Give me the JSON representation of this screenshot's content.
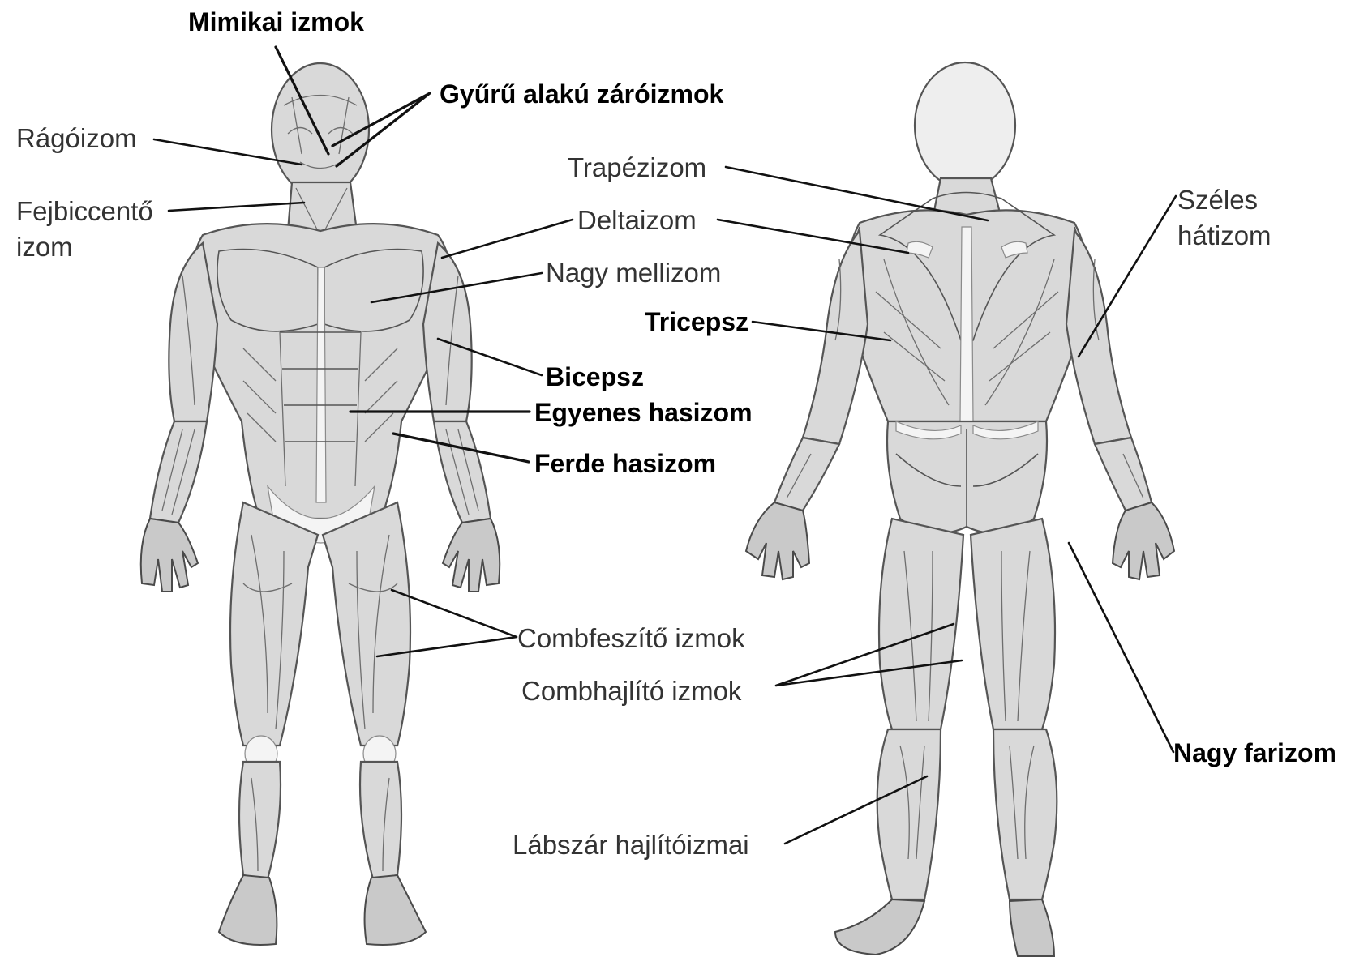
{
  "labels": {
    "mimikai": "Mimikai izmok",
    "gyuru": "Gyűrű alakú záróizmok",
    "ragoizom": "Rágóizom",
    "fejbiccento_1": "Fejbiccentő",
    "fejbiccento_2": "izom",
    "trapezizom": "Trapézizom",
    "deltaizom": "Deltaizom",
    "nagy_mellizom": "Nagy mellizom",
    "tricepsz": "Tricepsz",
    "bicepsz": "Bicepsz",
    "egyenes_hasizom": "Egyenes hasizom",
    "ferde_hasizom": "Ferde hasizom",
    "szeles_1": "Széles",
    "szeles_2": "hátizom",
    "combfeszito": "Combfeszítő izmok",
    "combhajlito": "Combhajlító izmok",
    "nagy_farizom": "Nagy farizom",
    "labszar": "Lábszár hajlítóizmai"
  },
  "colors": {
    "label_bold": "#000000",
    "label_regular": "#333333",
    "body_fill": "#d9d9d9",
    "outline": "#555555"
  }
}
